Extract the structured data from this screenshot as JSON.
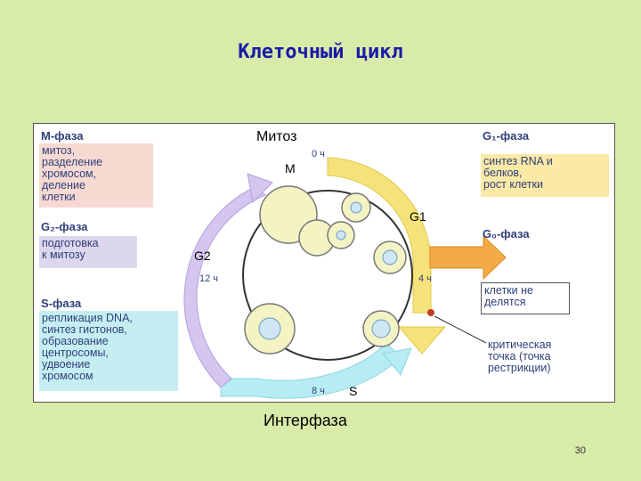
{
  "title": "Клеточный цикл",
  "overlay": {
    "mitosis": "Митоз",
    "m": "M",
    "g1": "G1",
    "g2": "G2",
    "s": "S",
    "interphase": "Интерфаза"
  },
  "left": {
    "m_head": "M-фаза",
    "m_text": [
      "митоз,",
      "разделение",
      "хромосом,",
      "деление",
      "клетки"
    ],
    "g2_head": "G₂-фаза",
    "g2_text": [
      "подготовка",
      "к митозу"
    ],
    "s_head": "S-фаза",
    "s_text": [
      "репликация DNA,",
      "синтез гистонов,",
      "образование",
      "центросомы,",
      "удвоение",
      "хромосом"
    ]
  },
  "right": {
    "g1_head": "G₁-фаза",
    "g1_text": [
      "синтез RNA и",
      "белков,",
      "рост клетки"
    ],
    "g0_head": "G₀-фаза",
    "g0_text": [
      "клетки не",
      "делятся"
    ],
    "restr_text": [
      "критическая",
      "точка (точка",
      "рестрикции)"
    ]
  },
  "hours": {
    "h0": "0 ч",
    "h4": "4 ч",
    "h8": "8 ч",
    "h12": "12 ч"
  },
  "page_number": "30",
  "colors": {
    "background": "#d8eba9",
    "title": "#1a1aa8",
    "g1_arrow": "#f5e27a",
    "g2_arrow": "#d4c6ef",
    "s_arrow": "#b6ecf3",
    "g0_arrow": "#f3ab45",
    "restriction_dot": "#c0392b"
  }
}
